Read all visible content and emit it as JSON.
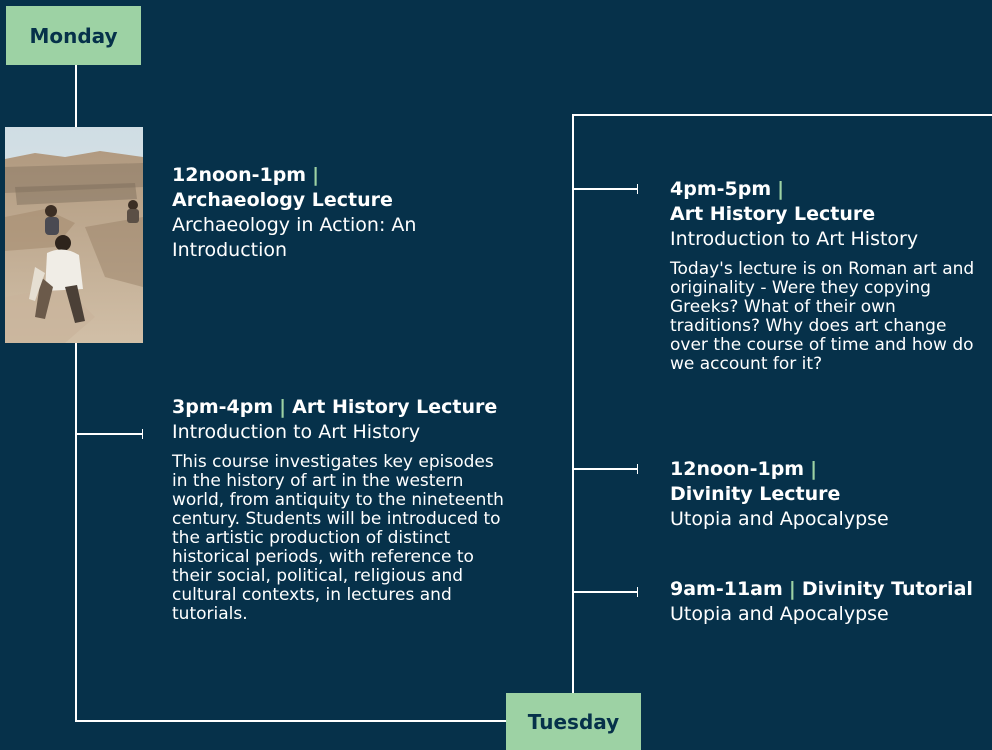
{
  "days": {
    "monday": "Monday",
    "tuesday": "Tuesday"
  },
  "separator": "|",
  "photo": {
    "alt": "Archaeological excavation site with people digging"
  },
  "events": [
    {
      "time": "12noon-1pm",
      "type": "Archaeology Lecture",
      "title": "Archaeology in Action: An Introduction"
    },
    {
      "time": "3pm-4pm",
      "type": "Art History Lecture",
      "title": "Introduction to Art History",
      "description": "This course investigates key episodes in the history of art in the western world, from antiquity to the nineteenth century. Students will be introduced to the artistic production of distinct historical periods, with reference to their social, political, religious and cultural contexts, in lectures and tutorials."
    },
    {
      "time": "4pm-5pm",
      "type": "Art History Lecture",
      "title": "Introduction to Art History",
      "description": "Today's lecture is on Roman art and originality - Were they copying Greeks? What of their own traditions? Why does art change over the course of time and how do we account for it?"
    },
    {
      "time": "12noon-1pm",
      "type": "Divinity Lecture",
      "title": "Utopia and Apocalypse"
    },
    {
      "time": "9am-11am",
      "type": "Divinity Tutorial",
      "title": "Utopia and Apocalypse"
    }
  ]
}
